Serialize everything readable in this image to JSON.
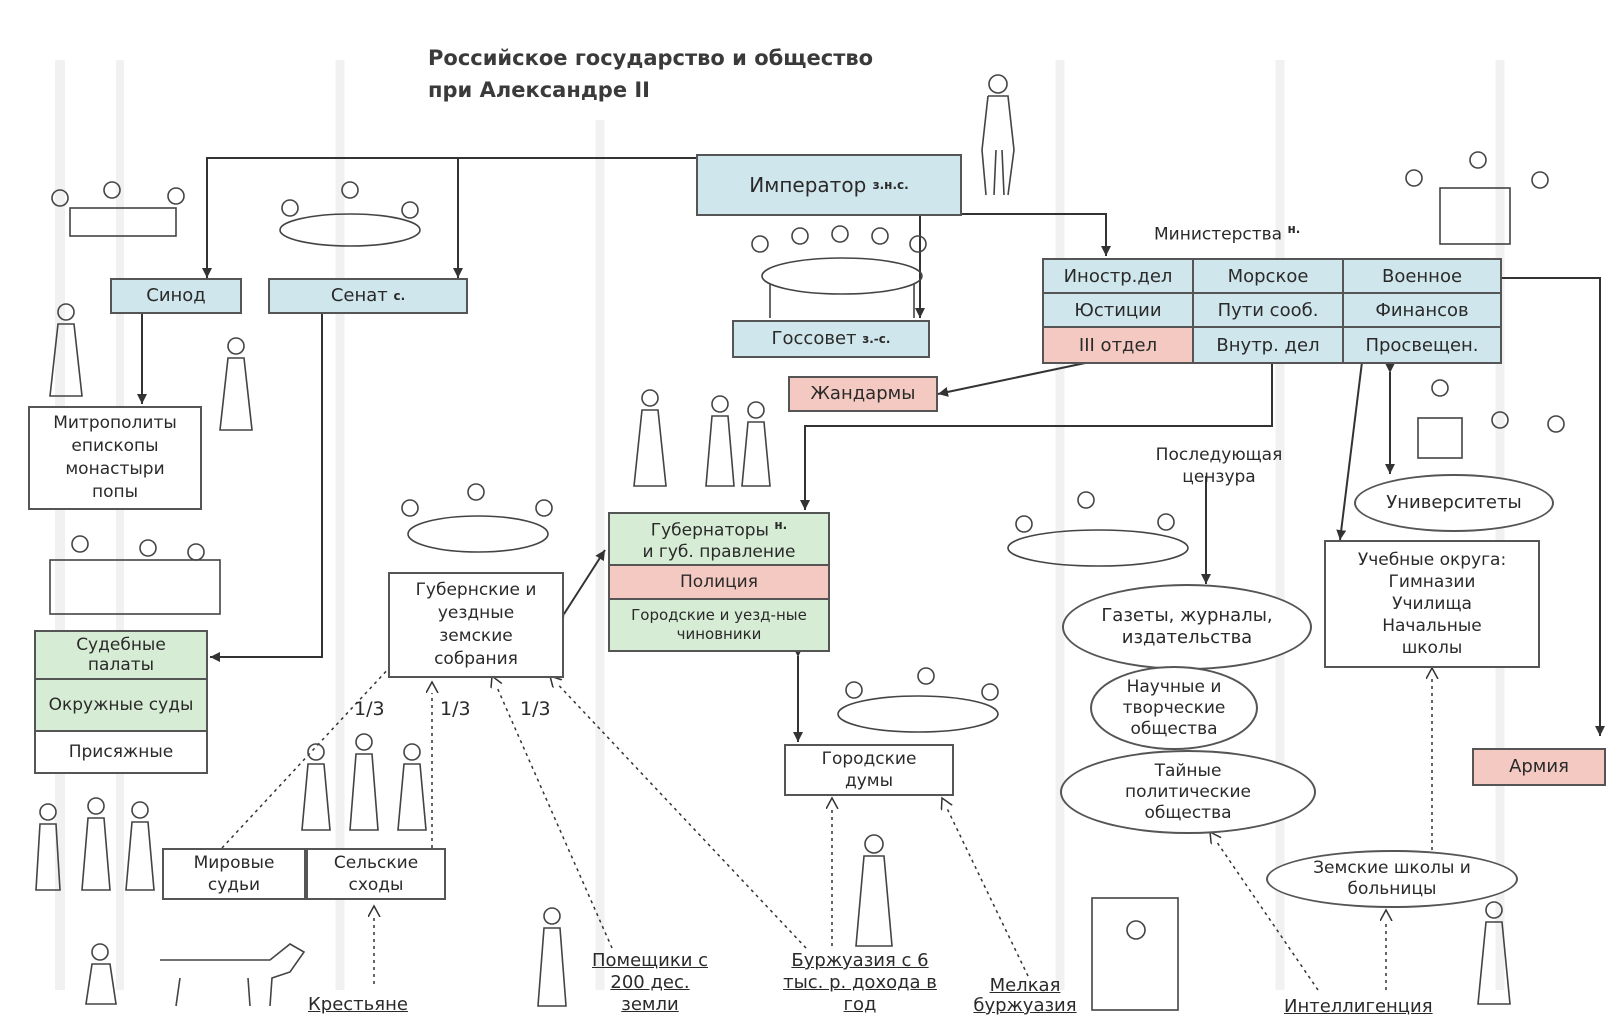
{
  "title_line1": "Российское государство и общество",
  "title_line2": "при Александре II",
  "emperor": {
    "label": "Император",
    "sup": "з.н.с."
  },
  "synod": "Синод",
  "senate": {
    "label": "Сенат",
    "sup": "с."
  },
  "gossovet": {
    "label": "Госсовет",
    "sup": "з.-с."
  },
  "ministries_label": {
    "label": "Министерства",
    "sup": "н."
  },
  "ministries": [
    [
      "Иностр.дел",
      "Морское",
      "Военное"
    ],
    [
      "Юстиции",
      "Пути сооб.",
      "Финансов"
    ],
    [
      "III отдел",
      "Внутр. дел",
      "Просвещен."
    ]
  ],
  "gendarmes": "Жандармы",
  "clergy": [
    "Митрополиты",
    "епископы",
    "монастыри",
    "попы"
  ],
  "courts": {
    "judicial": "Судебные палаты",
    "district": "Окружные суды",
    "jurors": "Присяжные"
  },
  "zemstvo": "Губернские и уездные земские собрания",
  "governors": {
    "sup": "н.",
    "line1": "Губернаторы",
    "line2": "и губ. правление",
    "police": "Полиция",
    "officials": "Городские и уезд-ные чиновники"
  },
  "censorship": "Последующая цензура",
  "press": "Газеты, журналы, издательства",
  "societies": "Научные и творческие общества",
  "secret": "Тайные политические общества",
  "universities": "Университеты",
  "school_districts": [
    "Учебные округа:",
    "Гимназии",
    "Училища",
    "Начальные",
    "школы"
  ],
  "army": "Армия",
  "city_dumas": "Городские думы",
  "fractions": [
    "1/3",
    "1/3",
    "1/3"
  ],
  "justices": "Мировые судьи",
  "village": "Сельские сходы",
  "zemstvo_schools": "Земские школы и больницы",
  "peasants": "Крестьяне",
  "landlords": "Помещики с 200 дес. земли",
  "bourgeoisie": "Буржуазия с 6 тыс. р. дохода в год",
  "petty": "Мелкая буржуазия",
  "intelligentsia": "Интеллигенция"
}
